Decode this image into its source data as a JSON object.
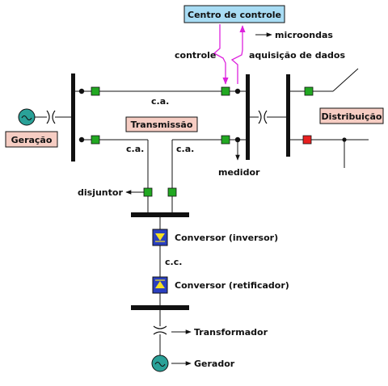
{
  "labels": {
    "control_center": "Centro de controle",
    "microwave": "microondas",
    "control": "controle",
    "data_acquisition": "aquisição de dados",
    "generation": "Geração",
    "transmission": "Transmissão",
    "distribution": "Distribuição",
    "ca_top": "c.a.",
    "ca_left": "c.a.",
    "ca_right": "c.a.",
    "meter": "medidor",
    "breaker": "disjuntor",
    "converter_inverter": "Conversor (inversor)",
    "dc": "c.c.",
    "converter_rectifier": "Conversor (retificador)",
    "transformer": "Transformador",
    "generator": "Gerador"
  },
  "colors": {
    "breaker_closed": "#22a822",
    "breaker_open": "#e82020",
    "control_box": "#a8dcf4",
    "label_box": "#f6cdc3",
    "signal": "#dd22dd",
    "converter_body": "#2a3fbf",
    "converter_triangle": "#f5e020",
    "generator_fill": "#2aa198"
  }
}
